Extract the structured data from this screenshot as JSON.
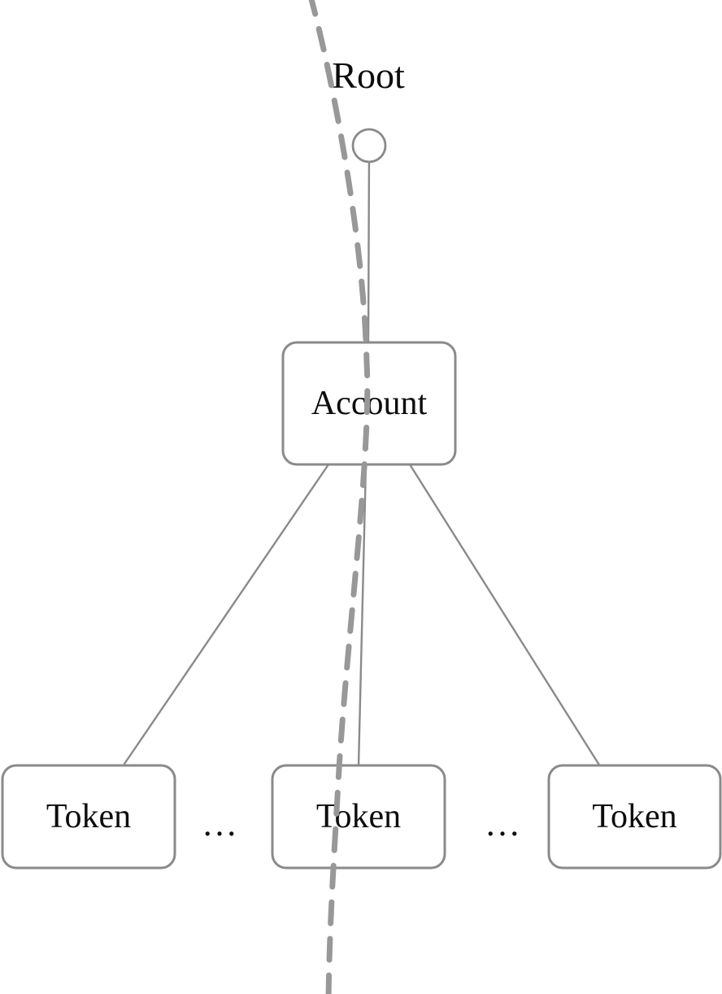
{
  "colors": {
    "line": "#8a8a8a",
    "dash": "#989898",
    "text": "#0d0d0d",
    "box_fill": "#ffffff"
  },
  "diagram": {
    "root": {
      "label": "Root"
    },
    "account": {
      "label": "Account"
    },
    "tokens": [
      {
        "label": "Token"
      },
      {
        "label": "Token"
      },
      {
        "label": "Token"
      }
    ],
    "ellipses": [
      {
        "label": "…"
      },
      {
        "label": "…"
      }
    ],
    "edges": [
      {
        "from": "Root",
        "to": "Account"
      },
      {
        "from": "Account",
        "to": "Token 1"
      },
      {
        "from": "Account",
        "to": "Token 2"
      },
      {
        "from": "Account",
        "to": "Token 3"
      }
    ]
  }
}
